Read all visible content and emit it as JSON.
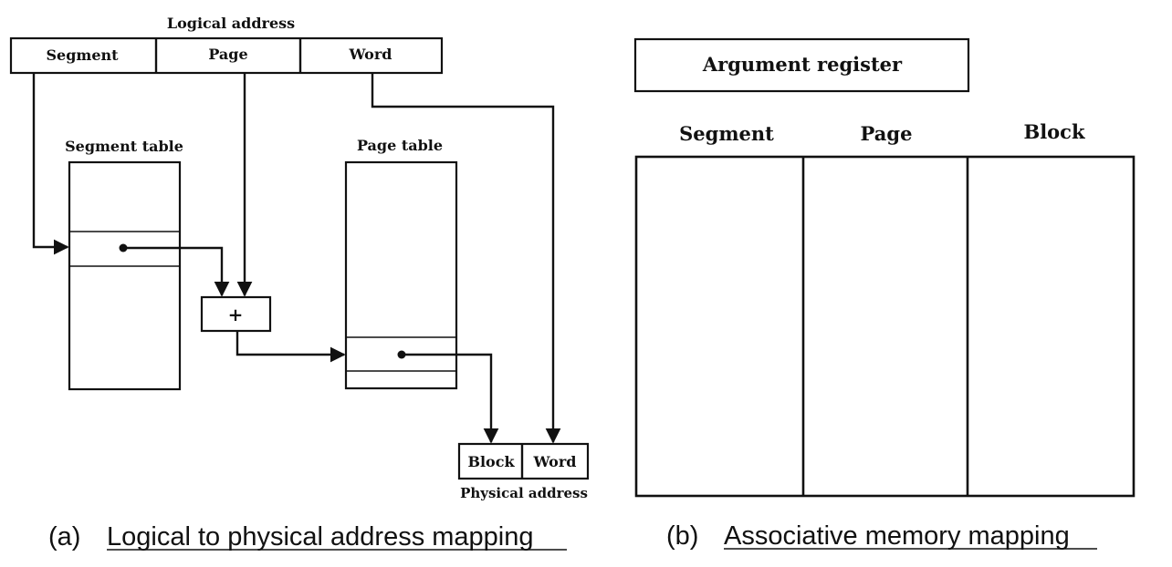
{
  "left_panel": {
    "logical_address_label": "Logical address",
    "fields": [
      "Segment",
      "Page",
      "Word"
    ],
    "segment_table_label": "Segment table",
    "page_table_label": "Page table",
    "adder_symbol": "+",
    "physical_fields": [
      "Block",
      "Word"
    ],
    "physical_address_label": "Physical address",
    "caption_prefix": "(a)",
    "caption_text": "Logical to physical address mapping"
  },
  "right_panel": {
    "argument_register_label": "Argument register",
    "columns": [
      "Segment",
      "Page",
      "Block"
    ],
    "caption_prefix": "(b)",
    "caption_text": "Associative memory mapping"
  }
}
